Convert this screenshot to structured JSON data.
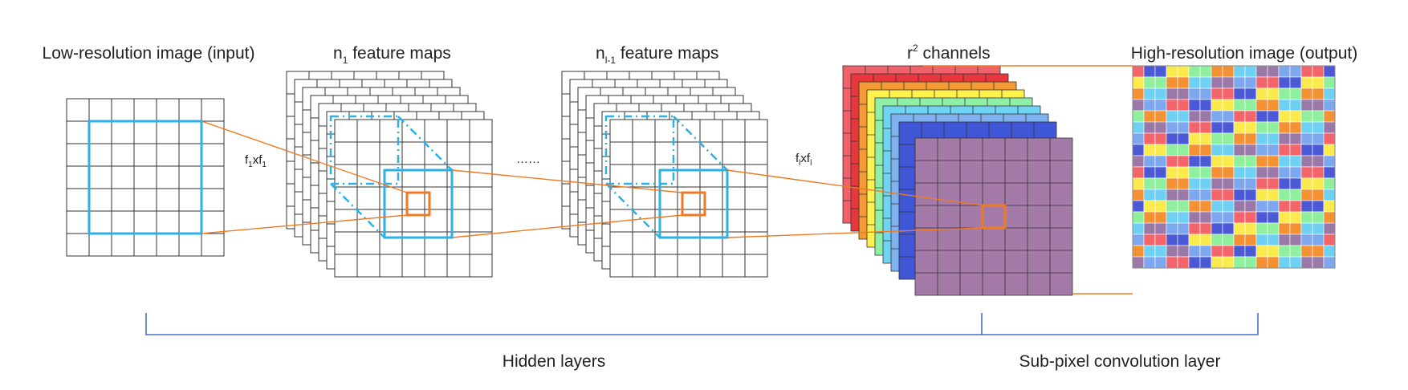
{
  "titles": {
    "input": "Low-resolution image (input)",
    "fmap1_base": "n",
    "fmap1_sub": "1",
    "fmap1_tail": " feature maps",
    "fmap2_base": "n",
    "fmap2_sub": "l-1",
    "fmap2_tail": " feature maps",
    "channels_base": "r",
    "channels_sup": "2",
    "channels_tail": " channels",
    "output": "High-resolution image (output)"
  },
  "kernels": {
    "k1_a": "f",
    "k1_a_sub": "1",
    "k1_b": "xf",
    "k1_b_sub": "1",
    "k2_a": "f",
    "k2_a_sub": "l",
    "k2_b": "xf",
    "k2_b_sub": "l"
  },
  "ellipsis": "……",
  "brackets": {
    "hidden": "Hidden layers",
    "subpixel": "Sub-pixel convolution layer"
  },
  "colors": {
    "receptive_field": "#2cb1e6",
    "kernel_box": "#f07a22",
    "bracket": "#4472c4",
    "grid_line": "#333333",
    "channel_stack": [
      "#f0626b",
      "#e8373f",
      "#f39a34",
      "#fff04e",
      "#8ff0a5",
      "#6fd4f2",
      "#7fb1ef",
      "#3f56d6"
    ],
    "front_channel": "#a47aa8",
    "output_palette": [
      "#f4656b",
      "#4b59d6",
      "#fbea4b",
      "#8ef09c",
      "#f39133",
      "#6ed1f3",
      "#9a78a8",
      "#7da8ef"
    ]
  }
}
